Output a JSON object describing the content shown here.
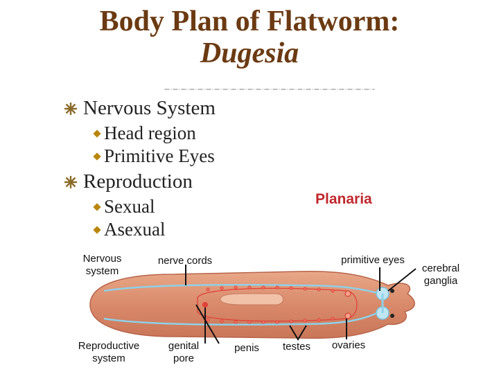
{
  "title": {
    "line1": "Body Plan of Flatworm:",
    "line2": "Dugesia"
  },
  "bullets": [
    {
      "text": "Nervous System",
      "subs": [
        "Head region",
        "Primitive Eyes"
      ]
    },
    {
      "text": "Reproduction",
      "subs": [
        "Sexual",
        "Asexual"
      ]
    }
  ],
  "figure": {
    "heading": "Planaria",
    "labels": {
      "nervous_system_1": "Nervous",
      "nervous_system_2": "system",
      "nerve_cords": "nerve cords",
      "primitive_eyes": "primitive eyes",
      "cerebral_1": "cerebral",
      "cerebral_2": "ganglia",
      "reproductive_1": "Reproductive",
      "reproductive_2": "system",
      "genital_1": "genital",
      "genital_2": "pore",
      "penis": "penis",
      "testes": "testes",
      "ovaries": "ovaries"
    }
  },
  "colors": {
    "title": "#6b3a12",
    "planaria": "#c0282d",
    "body": "#d9896a",
    "body_edge": "#b8644a",
    "nerve": "#8fd0e8",
    "reproductive": "#e0403a"
  }
}
